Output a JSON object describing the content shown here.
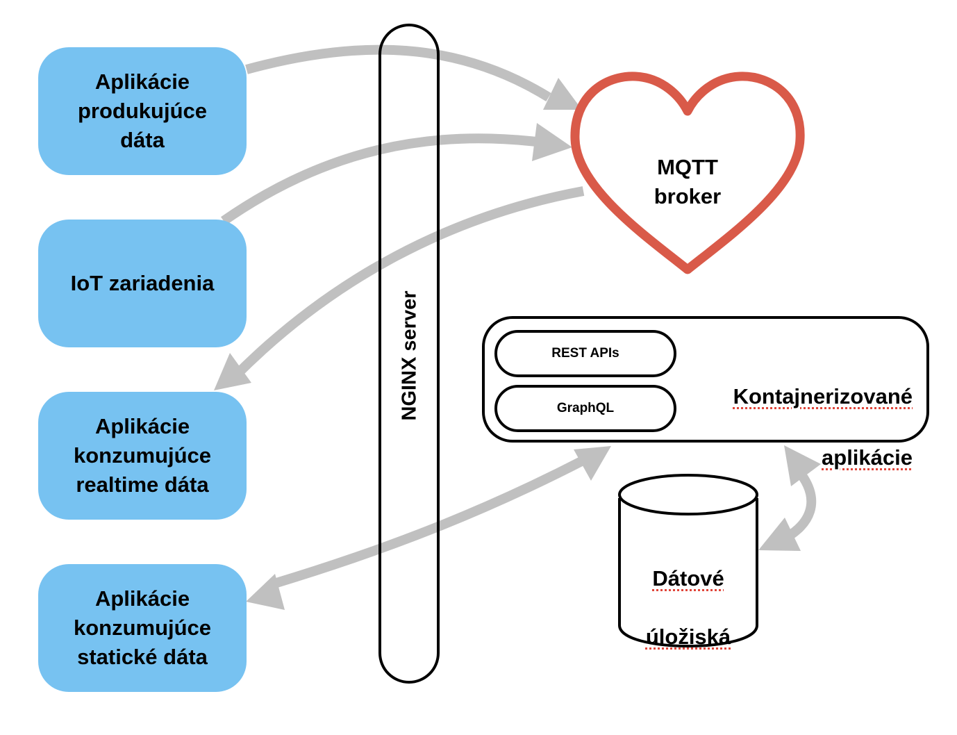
{
  "diagram": {
    "sources": [
      {
        "id": "producers",
        "label": "Aplikácie\nprodukujúce\ndáta"
      },
      {
        "id": "iot",
        "label": "IoT zariadenia"
      },
      {
        "id": "realtime_consumers",
        "label": "Aplikácie\nkonzumujúce\nrealtime dáta"
      },
      {
        "id": "static_consumers",
        "label": "Aplikácie\nkonzumujúce\nstatické dáta"
      }
    ],
    "gateway": {
      "label": "NGINX server"
    },
    "broker": {
      "label": "MQTT\nbroker",
      "color": "#d95a49"
    },
    "containers": {
      "label_line1": "Kontajnerizované",
      "label_line2": "aplikácie",
      "apis": [
        {
          "label": "REST APIs"
        },
        {
          "label": "GraphQL"
        }
      ]
    },
    "storage": {
      "label_line1": "Dátové",
      "label_line2": "úložiská"
    },
    "edges": [
      {
        "from": "producers",
        "to": "broker",
        "direction": "forward"
      },
      {
        "from": "iot",
        "to": "broker",
        "direction": "forward"
      },
      {
        "from": "broker",
        "to": "realtime_consumers",
        "direction": "forward"
      },
      {
        "from": "static_consumers",
        "to": "containers",
        "direction": "both"
      },
      {
        "from": "containers",
        "to": "storage",
        "direction": "both"
      }
    ],
    "colors": {
      "box_fill": "#77c2f1",
      "arrow": "#c0c0c0",
      "broker_stroke": "#d95a49",
      "outline": "#000000"
    }
  }
}
